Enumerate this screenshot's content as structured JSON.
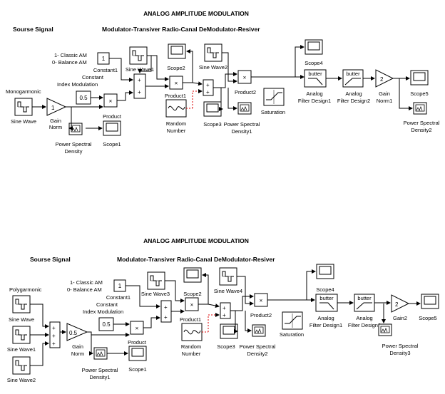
{
  "diagram_top": {
    "title": "ANALOG   AMPLITUDE  MODULATION",
    "section_source": "Sourse Signal",
    "section_chain": "Modulator-Transiver Radio-Canal  DeModulator-Resiver",
    "note_1": "1- Classic AM",
    "note_2": "0- Balance AM",
    "source_label": "Monogarmonic",
    "blocks": {
      "sine_wave": "Sine Wave",
      "gain_norm_1": "Gain",
      "gain_norm_2": "Norm",
      "gain_value": "1",
      "psd_1": "Power Spectral",
      "psd_2": "Density",
      "scope1": "Scope1",
      "constant1": "Constant1",
      "constant1_value": "1",
      "constant_1": "Constant",
      "constant_2": "Index Modulation",
      "constant_value": "0.5",
      "product": "Product",
      "sine_wave1": "Sine Wave1",
      "product1": "Product1",
      "scope2": "Scope2",
      "random_1": "Random",
      "random_2": "Number",
      "scope3": "Scope3",
      "sine_wave2": "Sine Wave2",
      "product2": "Product2",
      "psd1_1": "Power Spectral",
      "psd1_2": "Density1",
      "saturation": "Saturation",
      "scope4": "Scope4",
      "filter1_1": "Analog",
      "filter1_2": "Filter Design1",
      "filter2_1": "Analog",
      "filter2_2": "Filter Design2",
      "butter": "butter",
      "gain2_1": "Gain",
      "gain2_2": "Norm1",
      "gain2_value": "2",
      "scope5": "Scope5",
      "psd2_1": "Power Spectral",
      "psd2_2": "Density2"
    }
  },
  "diagram_bottom": {
    "title": "ANALOG   AMPLITUDE  MODULATION",
    "section_source": "Sourse Signal",
    "section_chain": "Modulator-Transiver  Radio-Canal   DeModulator-Resiver",
    "note_1": "1- Classic AM",
    "note_2": "0- Balance AM",
    "source_label": "Polygarmonic",
    "blocks": {
      "sine_wave": "Sine Wave",
      "sine_wave1": "Sine Wave1",
      "sine_wave2": "Sine Wave2",
      "gain_1": "Gain",
      "gain_2": "Norm",
      "gain_value": "0.5",
      "psd_1": "Power Spectral",
      "psd_2": "Density1",
      "scope1": "Scope1",
      "constant1": "Constant1",
      "constant1_value": "1",
      "constant_1": "Constant",
      "constant_2": "Index Modulation",
      "constant_value": "0.5",
      "product": "Product",
      "sine_wave3": "Sine Wave3",
      "product1": "Product1",
      "scope2": "Scope2",
      "random_1": "Random",
      "random_2": "Number",
      "scope3": "Scope3",
      "sine_wave4": "Sine Wave4",
      "product2": "Product2",
      "psd2_1": "Power Spectral",
      "psd2_2": "Density2",
      "saturation": "Saturation",
      "scope4": "Scope4",
      "filter1_1": "Analog",
      "filter1_2": "Filter Design1",
      "filter2_1": "Analog",
      "filter2_2": "Filter Design2",
      "butter": "butter",
      "gain2": "Gain2",
      "gain2_value": "2",
      "scope5": "Scope5",
      "psd3_1": "Power Spectral",
      "psd3_2": "Density3"
    }
  }
}
